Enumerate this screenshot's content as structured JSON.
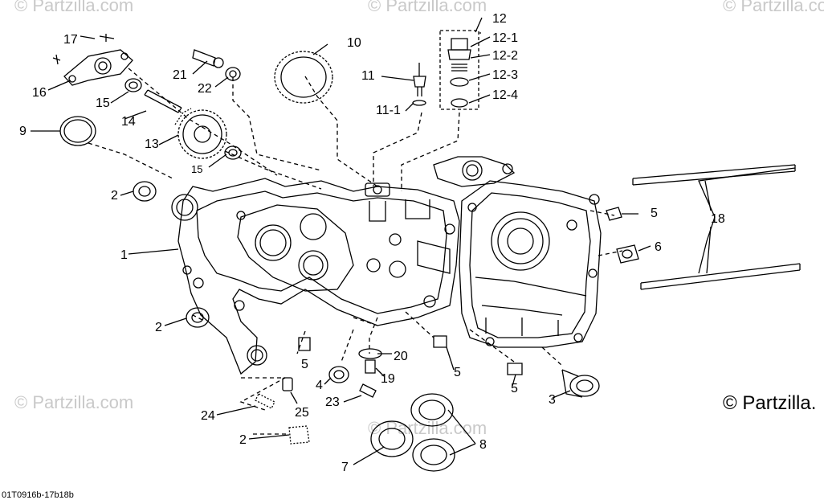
{
  "watermarks": [
    "© Partzilla.com",
    "© Partzilla.com",
    "© Partzilla.com",
    "© Partzilla.com",
    "© Partzilla.com"
  ],
  "copyright": "© Partzilla.",
  "figure_code": "01T0916b-17b18b",
  "labels": {
    "p1": "1",
    "p2a": "2",
    "p2b": "2",
    "p2c": "2",
    "p3": "3",
    "p4": "4",
    "p5a": "5",
    "p5b": "5",
    "p5c": "5",
    "p5d": "5",
    "p6": "6",
    "p7": "7",
    "p8": "8",
    "p9": "9",
    "p10": "10",
    "p11": "11",
    "p11_1": "11-1",
    "p12": "12",
    "p12_1": "12-1",
    "p12_2": "12-2",
    "p12_3": "12-3",
    "p12_4": "12-4",
    "p13": "13",
    "p14": "14",
    "p15a": "15",
    "p15b": "15",
    "p16": "16",
    "p17": "17",
    "p18": "18",
    "p19": "19",
    "p20": "20",
    "p21": "21",
    "p22": "22",
    "p23": "23",
    "p24": "24",
    "p25": "25"
  }
}
